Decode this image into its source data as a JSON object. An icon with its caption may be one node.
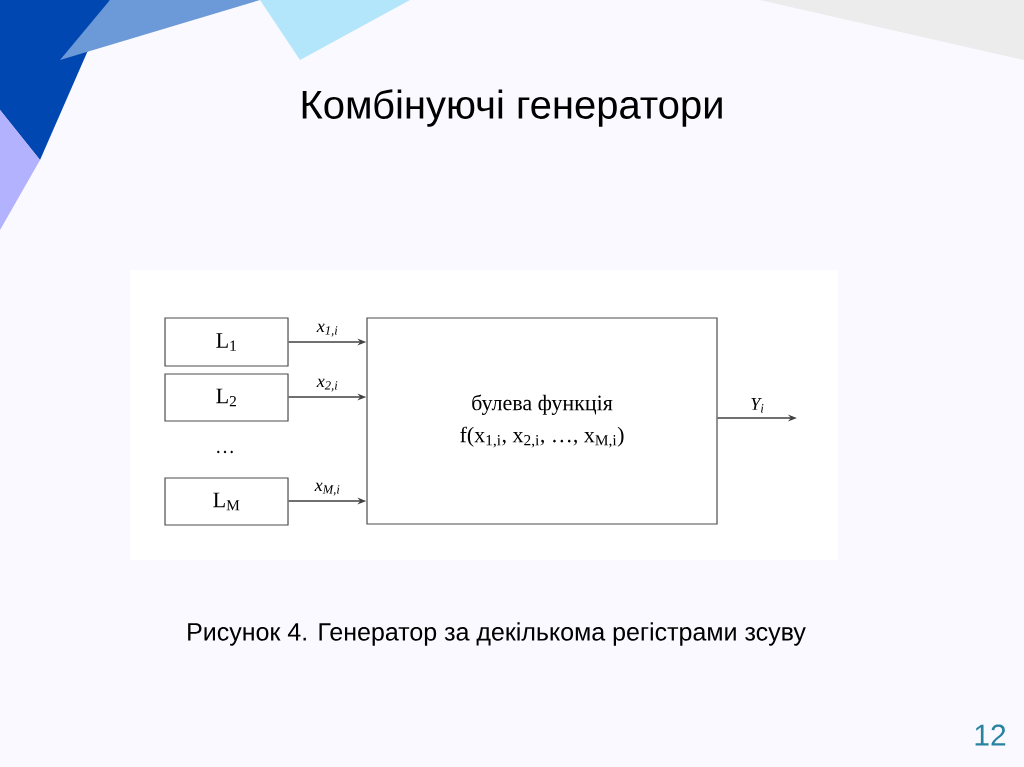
{
  "diagram": {
    "title": "Комбінуючі генератори",
    "caption": "Рисунок 4. Генератор за декількома регістрами зсуву",
    "nodes": [
      {
        "text": [
          "L$_{1}$"
        ]
      },
      {
        "text": [
          "L$_{2}$"
        ]
      },
      {
        "text": [
          "L$_{M}$"
        ]
      },
      {
        "text": [
          "булева функція",
          "f(x$_{1,i}$, x$_{2,i}$, …, x$_{M,i}$)"
        ]
      }
    ],
    "edges": [
      {
        "from": 0,
        "to": 3,
        "arrow": "to",
        "label": "x$_{1,i}$"
      },
      {
        "from": 1,
        "to": 3,
        "arrow": "to",
        "label": "x$_{2,i}$"
      },
      {
        "from": 2,
        "to": 3,
        "arrow": "to",
        "label": "x$_{M,i}$"
      },
      {
        "from": 3,
        "to": null,
        "arrow": "to",
        "label": "Y$_{i}$"
      }
    ],
    "labels": [
      "…",
      "12"
    ]
  }
}
